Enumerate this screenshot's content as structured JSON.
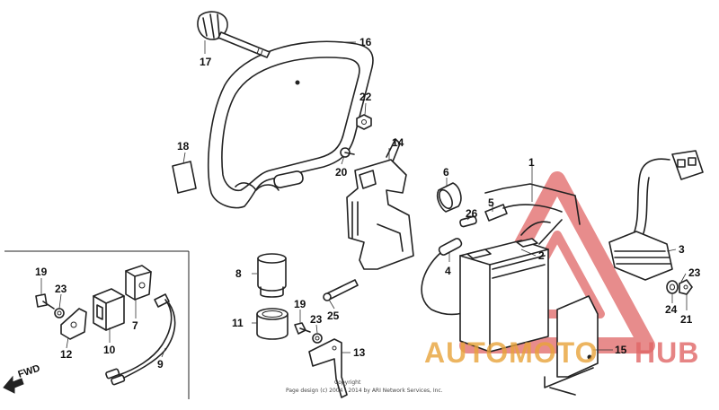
{
  "callouts": [
    {
      "id": "c1",
      "label": "1"
    },
    {
      "id": "c2",
      "label": "2"
    },
    {
      "id": "c3",
      "label": "3"
    },
    {
      "id": "c4",
      "label": "4"
    },
    {
      "id": "c5",
      "label": "5"
    },
    {
      "id": "c6",
      "label": "6"
    },
    {
      "id": "c7",
      "label": "7"
    },
    {
      "id": "c8",
      "label": "8"
    },
    {
      "id": "c9",
      "label": "9"
    },
    {
      "id": "c10",
      "label": "10"
    },
    {
      "id": "c11",
      "label": "11"
    },
    {
      "id": "c12",
      "label": "12"
    },
    {
      "id": "c13",
      "label": "13"
    },
    {
      "id": "c14",
      "label": "14"
    },
    {
      "id": "c15",
      "label": "15"
    },
    {
      "id": "c16",
      "label": "16"
    },
    {
      "id": "c17",
      "label": "17"
    },
    {
      "id": "c18",
      "label": "18"
    },
    {
      "id": "c19a",
      "label": "19"
    },
    {
      "id": "c19b",
      "label": "19"
    },
    {
      "id": "c20",
      "label": "20"
    },
    {
      "id": "c21",
      "label": "21"
    },
    {
      "id": "c22",
      "label": "22"
    },
    {
      "id": "c23a",
      "label": "23"
    },
    {
      "id": "c23b",
      "label": "23"
    },
    {
      "id": "c23c",
      "label": "23"
    },
    {
      "id": "c24",
      "label": "24"
    },
    {
      "id": "c25",
      "label": "25"
    },
    {
      "id": "c26",
      "label": "26"
    }
  ],
  "direction_label": "FWD",
  "copyright": {
    "line1": "Copyright",
    "line2": "Page design (c) 2004 - 2014 by ARI Network Services, Inc."
  },
  "watermark": {
    "part1": "AUTOMOTO",
    "part2": "HUB",
    "color_primary": "#e8a33a",
    "color_secondary": "#e06666"
  }
}
